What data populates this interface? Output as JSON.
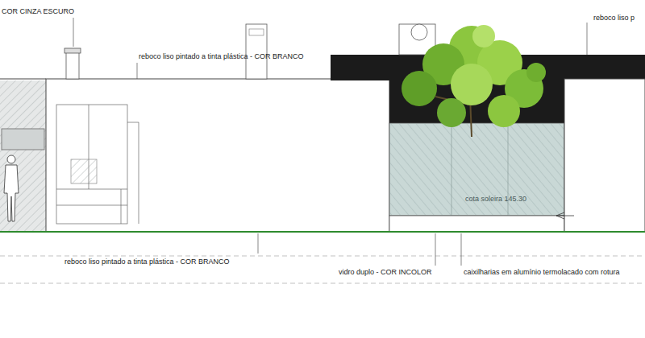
{
  "diagram": {
    "labels": [
      "COR CINZA ESCURO",
      "reboco liso pintado a tinta plástica - COR BRANCO",
      "reboco liso p",
      "cota soleira 145.30",
      "reboco liso pintado a tinta plástica - COR BRANCO",
      "vidro duplo - COR INCOLOR",
      "caixilharias em alumínio termolacado com rotura"
    ]
  }
}
